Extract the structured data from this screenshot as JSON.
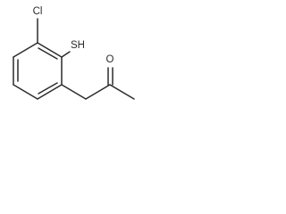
{
  "molecule": {
    "atoms": {
      "chlorine": "Cl",
      "thiol": "SH",
      "oxygen": "O"
    }
  }
}
